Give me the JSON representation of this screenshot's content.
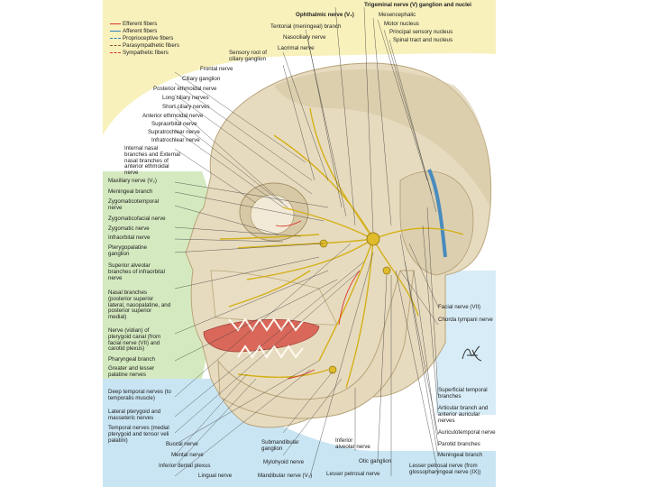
{
  "legend": [
    {
      "label": "Efferent fibers",
      "color": "#d9342b",
      "dashed": false
    },
    {
      "label": "Afferent fibers",
      "color": "#2f7fbf",
      "dashed": false
    },
    {
      "label": "Proprioceptive fibers",
      "color": "#2f7fbf",
      "dashed": true
    },
    {
      "label": "Parasympathetic fibers",
      "color": "#8a5a2a",
      "dashed": true
    },
    {
      "label": "Sympathetic fibers",
      "color": "#d9342b",
      "dashed": true
    }
  ],
  "top_labels": [
    "Ophthalmic nerve (V₁)",
    "Tentorial (meningeal) branch",
    "Nasociliary nerve",
    "Lacrimal nerve",
    "Sensory root of ciliary ganglion",
    "Trigeminal nerve (V) ganglion and nuclei",
    "Mesencephalic",
    "Motor nucleus",
    "Principal sensory nucleus",
    "Spinal tract and nucleus"
  ],
  "left_labels": [
    "Frontal nerve",
    "Ciliary ganglion",
    "Posterior ethmoidal nerve",
    "Long ciliary nerves",
    "Short ciliary nerves",
    "Anterior ethmoidal nerve",
    "Supraorbital nerve",
    "Supratrochlear nerve",
    "Infratrochlear nerve",
    "Internal nasal branches and External nasal branches of anterior ethmoidal nerve",
    "Maxillary nerve (V₂)",
    "Meningeal branch",
    "Zygomaticotemporal nerve",
    "Zygomaticofacial nerve",
    "Zygomatic nerve",
    "Infraorbital nerve",
    "Pterygopalatine ganglion",
    "Superior alveolar branches of infraorbital nerve",
    "Nasal branches (posterior superior lateral, nasopalatine, and posterior superior medial)",
    "Nerve (vidian) of pterygoid canal (from facial nerve (VII) and carotid plexus)",
    "Pharyngeal branch",
    "Greater and lesser palatine nerves",
    "Deep temporal nerves (to temporalis muscle)",
    "Lateral pterygoid and masseteric nerves",
    "Temporal nerves (medial pterygoid and tensor veli palatini)",
    "Buccal nerve",
    "Mental nerve",
    "Inferior dental plexus",
    "Lingual nerve"
  ],
  "bottom_labels": [
    "Submandibular ganglion",
    "Mylohyoid nerve",
    "Mandibular nerve (V₃)",
    "Inferior alveolar nerve",
    "Otic ganglion",
    "Lesser petrosal nerve"
  ],
  "right_labels": [
    "Facial nerve (VII)",
    "Chorda tympani nerve",
    "Superficial temporal branches",
    "Articular branch and anterior auricular nerves",
    "Auriculotemporal nerve",
    "Parotid branches",
    "Meningeal branch",
    "Lesser petrosal nerve (from glossopharyngeal nerve (IX))"
  ],
  "colors": {
    "skull": "#e7dbbf",
    "skull_shadow": "#c9b995",
    "zone_yellow": "#f7eeb0",
    "zone_green": "#cfe7b8",
    "zone_blue": "#bcdff0",
    "nerve": "#d4b018",
    "red": "#d9342b",
    "blue": "#2f7fbf",
    "tongue": "#d9685a"
  }
}
